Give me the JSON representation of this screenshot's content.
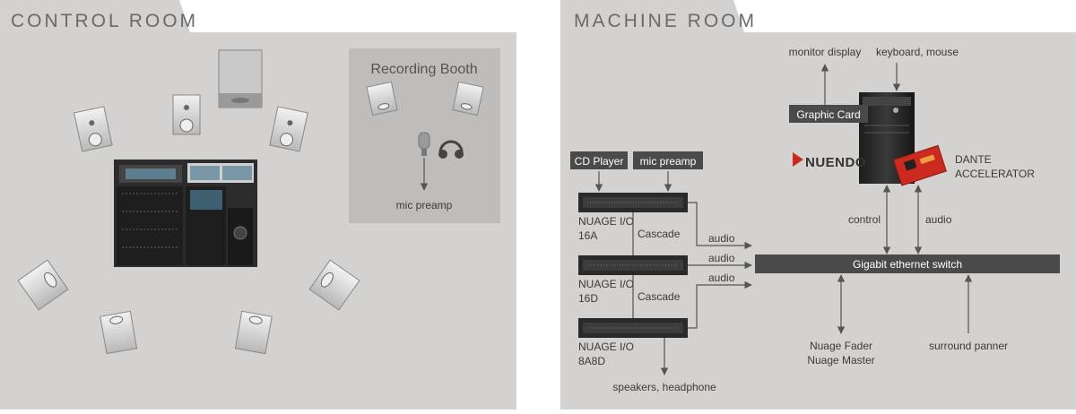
{
  "control_room": {
    "title": "CONTROL ROOM",
    "booth": {
      "title": "Recording Booth",
      "label": "mic preamp"
    }
  },
  "machine_room": {
    "title": "MACHINE ROOM",
    "monitor_display": "monitor display",
    "keyboard_mouse": "keyboard, mouse",
    "graphic_card": "Graphic Card",
    "nuendo": "NUENDO",
    "dante_1": "DANTE",
    "dante_2": "ACCELERATOR",
    "cd_player": "CD Player",
    "mic_preamp": "mic preamp",
    "io_16a_1": "NUAGE I/O",
    "io_16a_2": "16A",
    "io_16d_1": "NUAGE I/O",
    "io_16d_2": "16D",
    "io_8a8d_1": "NUAGE I/O",
    "io_8a8d_2": "8A8D",
    "cascade_1": "Cascade",
    "cascade_2": "Cascade",
    "audio_1": "audio",
    "audio_2": "audio",
    "audio_3": "audio",
    "control": "control",
    "audio_top": "audio",
    "switch": "Gigabit ethernet switch",
    "fader_1": "Nuage Fader",
    "fader_2": "Nuage Master",
    "panner": "surround panner",
    "speakers": "speakers, headphone"
  },
  "colors": {
    "panel": "#d3d2d0",
    "booth": "#bebdbb",
    "dark_box": "#4a4a4a",
    "dante_red": "#cc2a1e"
  }
}
